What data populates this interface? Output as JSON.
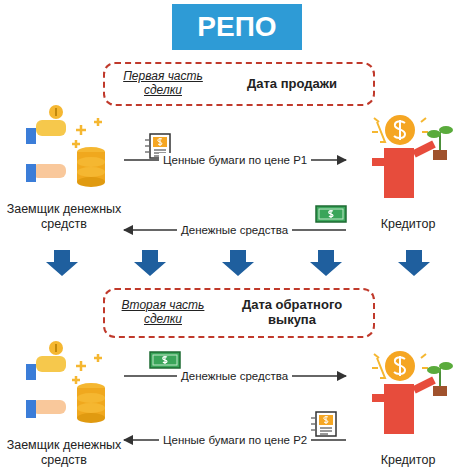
{
  "diagram": {
    "title": "РЕПО",
    "nodes": [
      {
        "text": [
          "Первая часть сделки",
          "Дата продажи"
        ]
      },
      {
        "text": [
          "Заемщик денежных средств"
        ]
      },
      {
        "text": [
          "Кредитор"
        ]
      },
      {
        "text": [
          "Вторая часть сделки",
          "Дата обратного выкупа"
        ]
      },
      {
        "text": [
          "Заемщик денежных средств"
        ]
      },
      {
        "text": [
          "Кредитор"
        ]
      }
    ],
    "edges": [
      {
        "from": 1,
        "to": 2,
        "label": "Ценные бумаги по цене P1",
        "arrow": "to"
      },
      {
        "from": 2,
        "to": 1,
        "label": "Денежные средства",
        "arrow": "to"
      },
      {
        "from": 4,
        "to": 5,
        "label": "Денежные средства",
        "arrow": "to"
      },
      {
        "from": 5,
        "to": 4,
        "label": "Ценные бумаги по цене P2",
        "arrow": "to"
      }
    ]
  }
}
